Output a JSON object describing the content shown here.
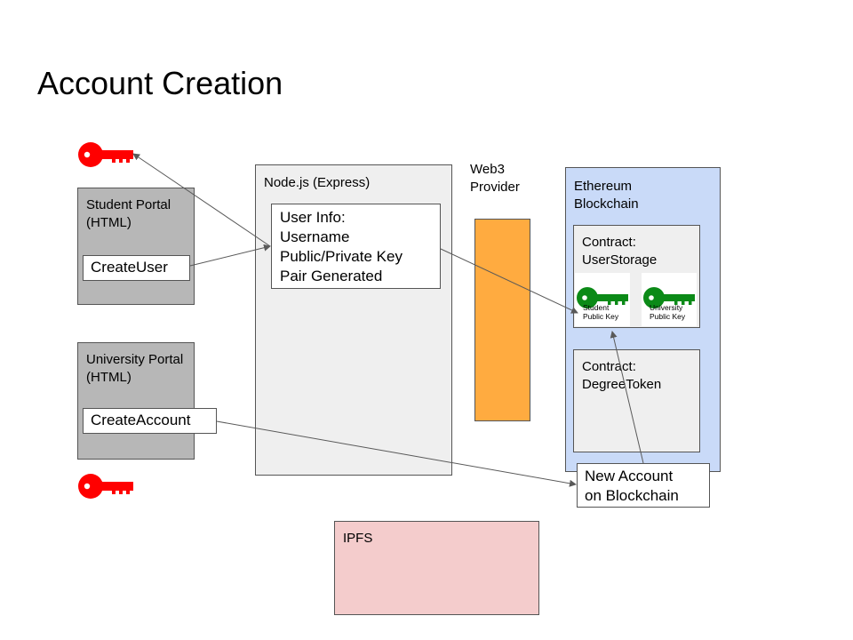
{
  "slide": {
    "title": "Account Creation"
  },
  "student_portal": {
    "label": "Student Portal\n(HTML)",
    "button": "CreateUser"
  },
  "university_portal": {
    "label": "University Portal\n(HTML)",
    "button": "CreateAccount"
  },
  "nodejs": {
    "label": "Node.js (Express)",
    "user_info": "User Info:\nUsername\nPublic/Private Key\nPair Generated"
  },
  "web3": {
    "label": "Web3\nProvider"
  },
  "ethereum": {
    "label": "Ethereum\nBlockchain",
    "user_storage": {
      "label": "Contract:\nUserStorage",
      "student_key": "Student\nPublic Key",
      "university_key": "University\nPublic Key"
    },
    "degree_token": {
      "label": "Contract:\nDegreeToken"
    }
  },
  "new_account": {
    "label": "New Account\non Blockchain"
  },
  "ipfs": {
    "label": "IPFS"
  },
  "colors": {
    "portal_gray": "#b7b7b7",
    "node_gray": "#efefef",
    "web3_orange": "#ffab40",
    "ethereum_blue": "#c9daf8",
    "contract_gray": "#efefef",
    "ipfs_pink": "#f4cccc",
    "private_key_red": "#ff0000",
    "public_key_green": "#0b8a17"
  },
  "icons": {
    "private_key": "red-key-icon",
    "public_key": "green-key-icon"
  }
}
